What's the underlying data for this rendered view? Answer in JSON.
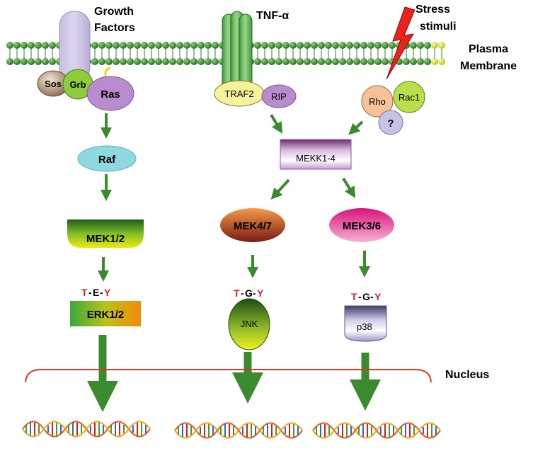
{
  "labels": {
    "growth_factors_line1": "Growth",
    "growth_factors_line2": "Factors",
    "tnf_alpha": "TNF-α",
    "stress_line1": "Stress",
    "stress_line2": "stimuli",
    "plasma_line1": "Plasma",
    "plasma_line2": "Membrane",
    "nucleus": "Nucleus"
  },
  "nodes": {
    "sos": "Sos",
    "grb": "Grb",
    "ras": "Ras",
    "raf": "Raf",
    "mek12": "MEK1/2",
    "erk12": "ERK1/2",
    "traf2": "TRAF2",
    "rip": "RIP",
    "rho": "Rho",
    "rac1": "Rac1",
    "unknown": "?",
    "mekk14": "MEKK1-4",
    "mek47": "MEK4/7",
    "mek36": "MEK3/6",
    "jnk": "JNK",
    "p38": "p38"
  },
  "motifs": {
    "erk": {
      "t": "T",
      "sep1": "-",
      "mid": "E",
      "sep2": "-",
      "y": "Y"
    },
    "jnk": {
      "t": "T",
      "sep1": "-",
      "mid": "G",
      "sep2": "-",
      "y": "Y"
    },
    "p38": {
      "t": "T",
      "sep1": "-",
      "mid": "G",
      "sep2": "-",
      "y": "Y"
    }
  },
  "colors": {
    "arrow": "#3a8a2e",
    "membrane_head": "#2f7d2a",
    "nucleus_line": "#e0352b",
    "motif_red": "#cc1f3a"
  }
}
